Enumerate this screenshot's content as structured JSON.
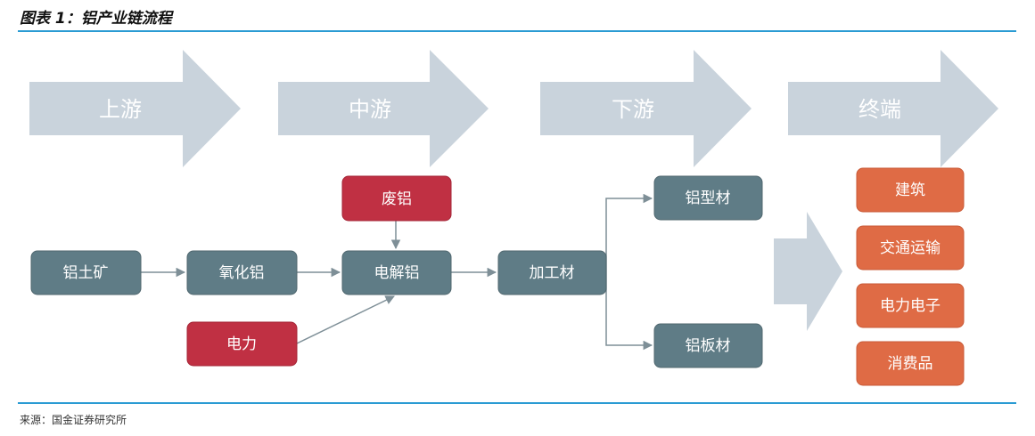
{
  "figure": {
    "title": "图表 1：铝产业链流程",
    "source": "来源：国金证券研究所"
  },
  "stages": {
    "upstream": "上游",
    "midstream": "中游",
    "downstream": "下游",
    "end": "终端"
  },
  "nodes": {
    "bauxite": "铝土矿",
    "alumina": "氧化铝",
    "scrap_aluminum": "废铝",
    "electrolytic_aluminum": "电解铝",
    "electricity": "电力",
    "processed_material": "加工材",
    "aluminum_profile": "铝型材",
    "aluminum_sheet": "铝板材"
  },
  "end_uses": {
    "construction": "建筑",
    "transportation": "交通运输",
    "electronics": "电力电子",
    "consumer_goods": "消费品"
  },
  "colors": {
    "rule": "#2a9bd3",
    "stage_arrow": "#c9d3dc",
    "process_box": "#5f7c86",
    "input_box": "#c03043",
    "end_use_box": "#df6b45",
    "connector": "#7e8f97"
  }
}
